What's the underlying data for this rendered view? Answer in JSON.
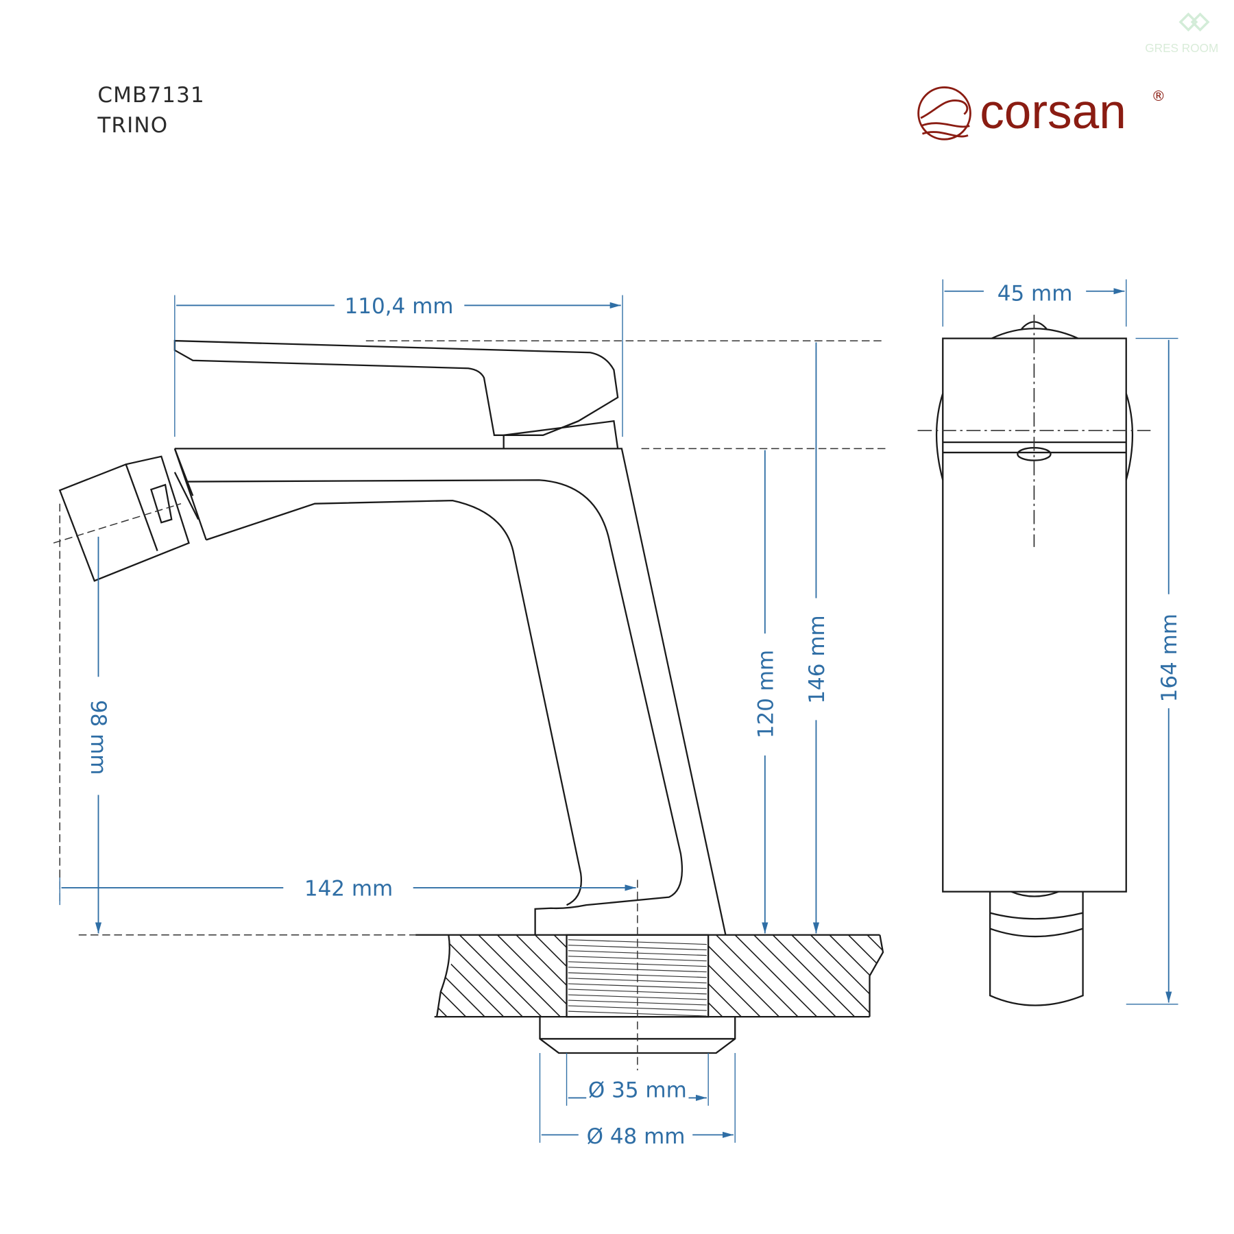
{
  "product": {
    "code": "CMB7131",
    "name": "TRINO"
  },
  "brand": {
    "name": "corsan",
    "registered": "®",
    "color": "#8a1c12"
  },
  "watermark": {
    "text": "GRES ROOM"
  },
  "dimension_color": "#2f6ea5",
  "dimensions": {
    "handle_length": "110,4 mm",
    "total_depth": "142 mm",
    "spout_height": "98 mm",
    "body_height": "120 mm",
    "handle_height": "146 mm",
    "width": "45 mm",
    "total_height": "164 mm",
    "thread_diameter": "Ø 35 mm",
    "base_diameter": "Ø 48 mm"
  }
}
